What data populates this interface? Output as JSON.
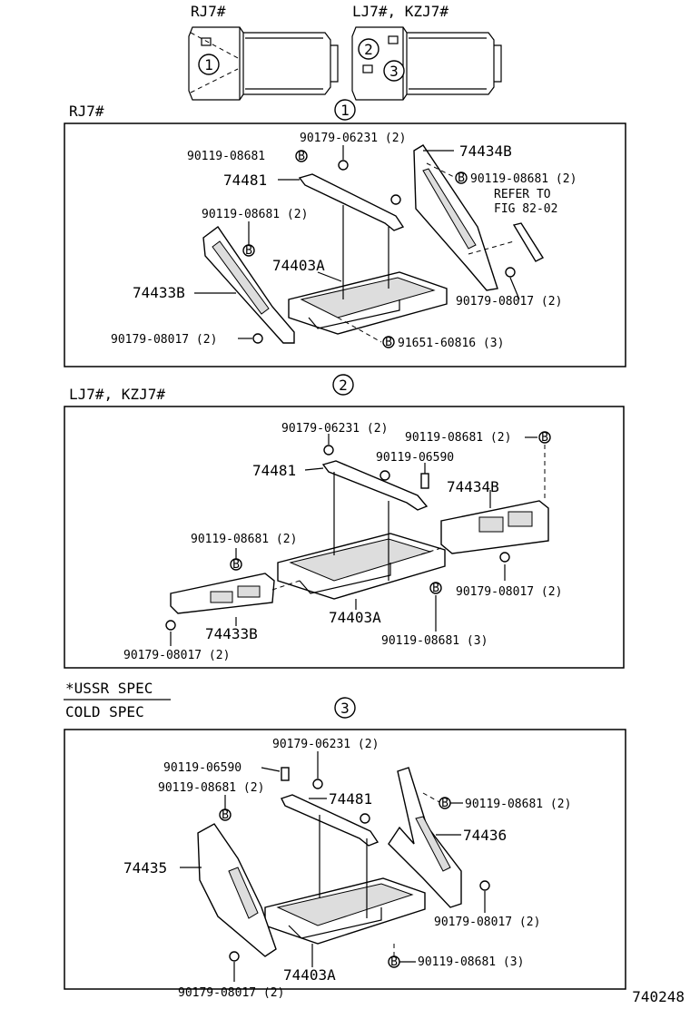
{
  "header": {
    "rj_label": "RJ7#",
    "lj_label": "LJ7#, KZJ7#"
  },
  "sections": [
    {
      "marker": "1",
      "title": "RJ7#",
      "labels": [
        "90179-06231 (2)",
        "90119-08681",
        "74481",
        "74434B",
        "90119-08681 (2)",
        "REFER TO",
        "FIG 82-02",
        "90119-08681 (2)",
        "74403A",
        "74433B",
        "90179-08017 (2)",
        "90179-08017 (2)",
        "91651-60816 (3)"
      ]
    },
    {
      "marker": "2",
      "title": "LJ7#, KZJ7#",
      "labels": [
        "90179-06231 (2)",
        "90119-08681 (2)",
        "90119-06590",
        "74481",
        "74434B",
        "90119-08681 (2)",
        "90179-08017 (2)",
        "74403A",
        "74433B",
        "90179-08017 (2)",
        "90119-08681 (3)"
      ]
    },
    {
      "marker": "3",
      "title_line1": "*USSR SPEC",
      "title_line2": "COLD SPEC",
      "labels": [
        "90179-06231 (2)",
        "90119-06590",
        "90119-08681 (2)",
        "74481",
        "90119-08681 (2)",
        "74436",
        "74435",
        "90179-08017 (2)",
        "90119-08681 (3)",
        "74403A",
        "90179-08017 (2)"
      ]
    }
  ],
  "bolt_marker": "B",
  "figure_code": "740248"
}
